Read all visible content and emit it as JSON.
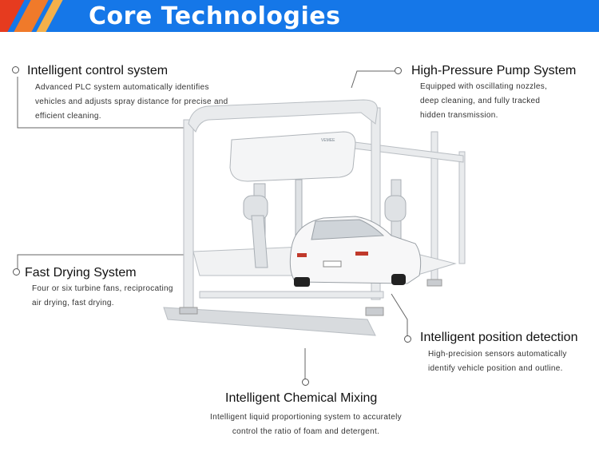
{
  "header": {
    "title": "Core Technologies"
  },
  "features": {
    "control": {
      "title": "Intelligent control system",
      "lines": [
        "Advanced PLC system automatically identifies",
        "vehicles and adjusts spray distance for precise and",
        "efficient cleaning."
      ]
    },
    "pump": {
      "title": "High-Pressure Pump System",
      "lines": [
        "Equipped with oscillating nozzles,",
        "deep cleaning, and fully tracked",
        "hidden transmission."
      ]
    },
    "drying": {
      "title": "Fast Drying System",
      "lines": [
        "Four or six turbine fans, reciprocating",
        "air drying, fast drying."
      ]
    },
    "position": {
      "title": "Intelligent position detection",
      "lines": [
        "High-precision sensors automatically",
        "identify vehicle position and outline."
      ]
    },
    "chemical": {
      "title": "Intelligent Chemical Mixing",
      "lines": [
        "Intelligent liquid proportioning system to accurately",
        "control the ratio of foam and detergent."
      ]
    }
  },
  "machine": {
    "brand_label": "VEMEE",
    "icon": "car-wash-machine-illustration"
  }
}
